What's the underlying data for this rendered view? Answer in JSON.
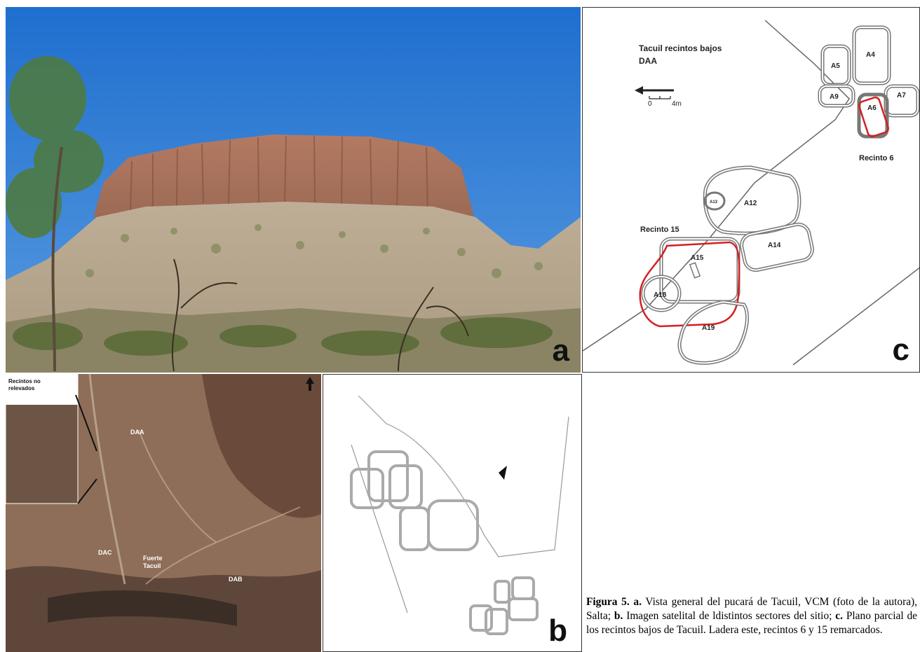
{
  "panel_a": {
    "letter": "a"
  },
  "panel_b": {
    "letter": "b",
    "inset_label": "Recintos no relevados",
    "labels": {
      "daa": "DAA",
      "dac": "DAC",
      "fuerte": "Fuerte Tacuil",
      "dab": "DAB"
    }
  },
  "panel_c": {
    "letter": "c",
    "title_line1": "Tacuil recintos bajos",
    "title_line2": "DAA",
    "scale_left": "0",
    "scale_right": "4m",
    "units": {
      "a4": "A4",
      "a5": "A5",
      "a6": "A6",
      "a7": "A7",
      "a9": "A9",
      "a12": "A12",
      "a13": "A13",
      "a14": "A14",
      "a15": "A15",
      "a18": "A18",
      "a19": "A19"
    },
    "recinto6": "Recinto 6",
    "recinto15": "Recinto 15",
    "highlight_color": "#d42020"
  },
  "caption": {
    "fig": "Figura 5.",
    "a_label": "a.",
    "a_text": "Vista general del pucará de Tacuil, VCM (foto de la autora), Salta;",
    "b_label": "b.",
    "b_text": "Imagen satelital de ldistintos sectores del sitio;",
    "c_label": "c.",
    "c_text": "Plano parcial de los recintos bajos de Tacuil. Ladera este, recintos 6 y 15 remarcados."
  }
}
